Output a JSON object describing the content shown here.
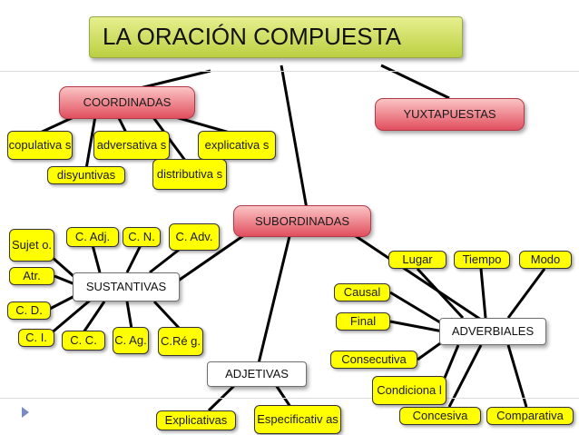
{
  "title": "LA ORACIÓN COMPUESTA",
  "nodes": {
    "coordinadas": "COORDINADAS",
    "yuxtapuestas": "YUXTAPUESTAS",
    "subordinadas": "SUBORDINADAS",
    "copulativas": "copulativa s",
    "adversativas": "adversativa s",
    "explicativas": "explicativa s",
    "disyuntivas": "disyuntivas",
    "distributivas": "distributiva s",
    "sustantivas": "SUSTANTIVAS",
    "sujeto": "Sujet o.",
    "c_adj": "C. Adj.",
    "c_n": "C. N.",
    "c_adv": "C. Adv.",
    "atr": "Atr.",
    "c_d": "C. D.",
    "c_i": "C. I.",
    "c_c": "C. C.",
    "c_ag": "C. Ag.",
    "c_reg": "C.Ré g.",
    "adjetivas": "ADJETIVAS",
    "explicativas_adj": "Explicativas",
    "especificativas": "Especificativ as",
    "adverbiales": "ADVERBIALES",
    "lugar": "Lugar",
    "tiempo": "Tiempo",
    "modo": "Modo",
    "causal": "Causal",
    "final": "Final",
    "consecutiva": "Consecutiva",
    "condicional": "Condiciona l",
    "concesiva": "Concesiva",
    "comparativa": "Comparativa"
  },
  "colors": {
    "title_fill": "#c7d64f",
    "category_fill": "#e9707c",
    "leaf_fill": "#ffff00",
    "box_fill": "#ffffff",
    "line": "#000000",
    "bullet": "#7a8ac6"
  }
}
